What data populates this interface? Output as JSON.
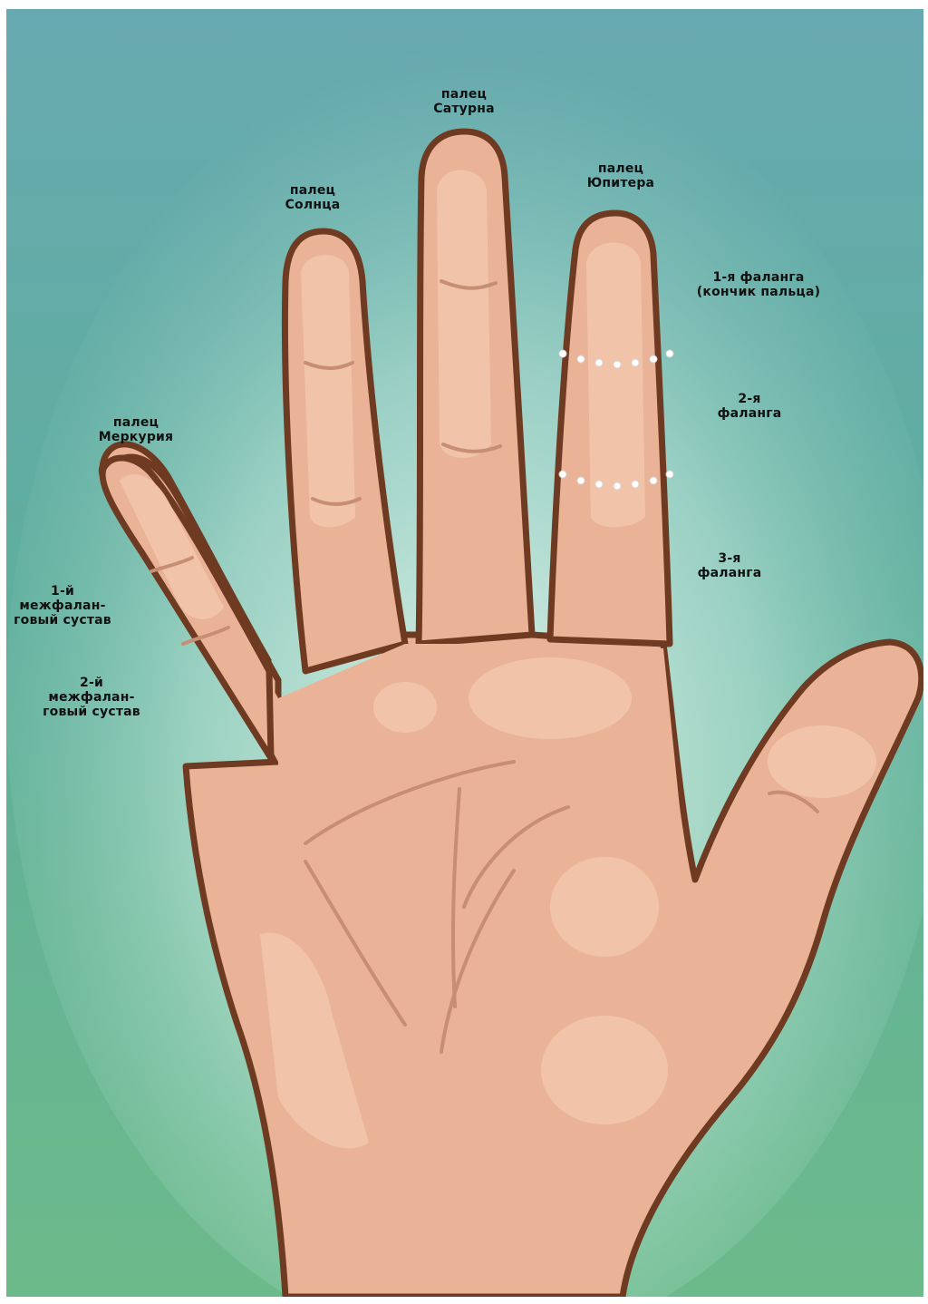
{
  "fingers": {
    "saturn": {
      "line1": "палец",
      "line2": "Сатурна"
    },
    "sun": {
      "line1": "палец",
      "line2": "Солнца"
    },
    "jupiter": {
      "line1": "палец",
      "line2": "Юпитера"
    },
    "mercury": {
      "line1": "палец",
      "line2": "Меркурия"
    }
  },
  "phalanges": {
    "first": {
      "line1": "1-я фаланга",
      "line2": "(кончик пальца)"
    },
    "second": {
      "line1": "2-я",
      "line2": "фаланга"
    },
    "third": {
      "line1": "3-я",
      "line2": "фаланга"
    }
  },
  "joints": {
    "first": {
      "line1": "1-й",
      "line2": "межфалан-",
      "line3": "говый сустав"
    },
    "second": {
      "line1": "2-й",
      "line2": "межфалан-",
      "line3": "говый сустав"
    }
  },
  "colors": {
    "skin": "#eab397",
    "skin_light": "#f3c9b0",
    "outline": "#6e3b22",
    "background_top": "#6fb3b5",
    "background_bottom": "#6ab78e"
  }
}
